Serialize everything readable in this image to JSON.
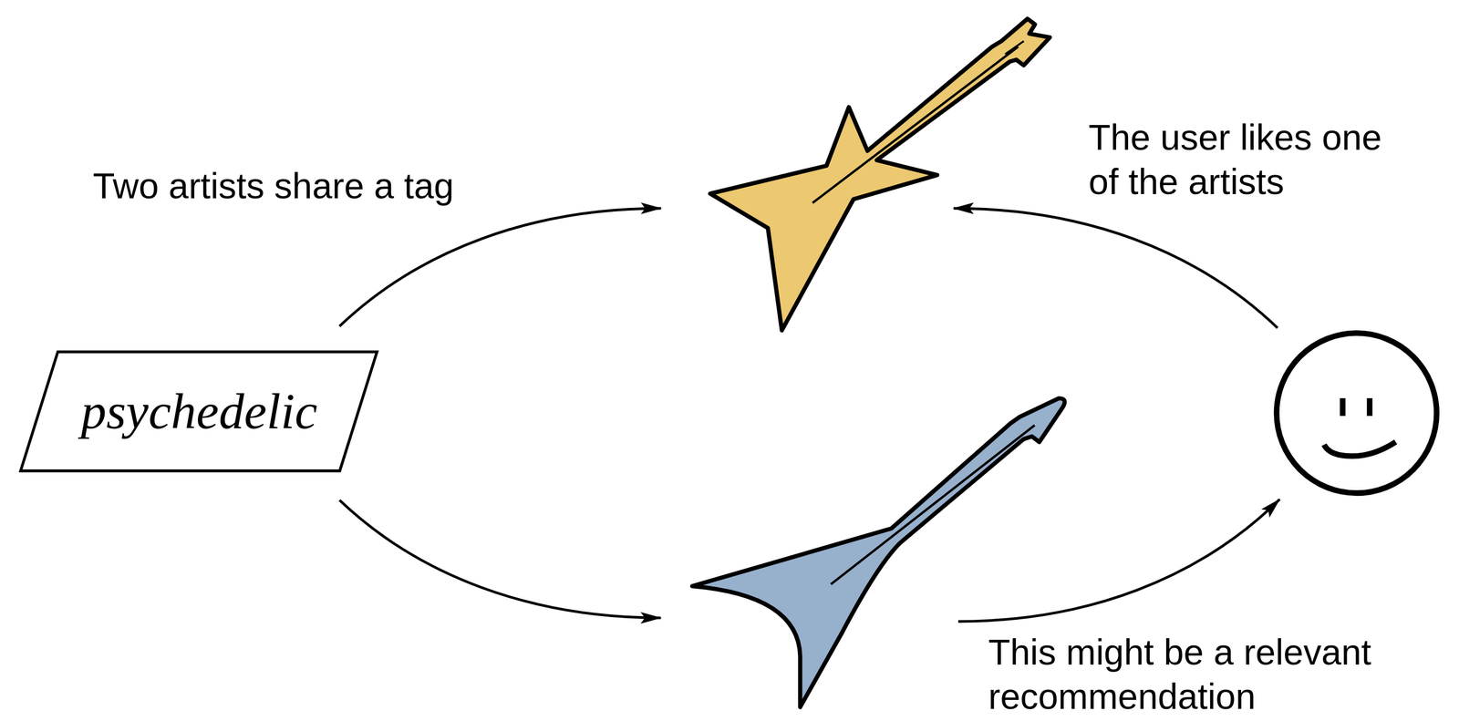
{
  "diagram": {
    "nodes": [
      {
        "text": [
          "psychedelic"
        ]
      },
      {
        "text": []
      },
      {
        "text": []
      },
      {
        "text": []
      }
    ],
    "edges": [
      {
        "from": 0,
        "to": 1,
        "arrow": "to",
        "label": "Two artists share a tag"
      },
      {
        "from": 0,
        "to": 2,
        "arrow": "to"
      },
      {
        "from": 3,
        "to": 1,
        "arrow": "to",
        "label": "The user likes one of the artists"
      },
      {
        "from": 2,
        "to": 3,
        "arrow": "to",
        "label": "This might be a relevant recommendation"
      }
    ]
  }
}
